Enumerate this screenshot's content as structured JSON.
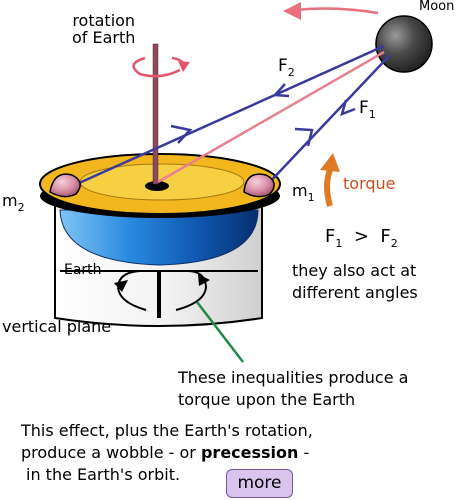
{
  "labels": {
    "rotation_line1": "rotation",
    "rotation_line2": "of Earth",
    "moon": "Moon",
    "f2_base": "F",
    "f2_sub": "2",
    "f1_base": "F",
    "f1_sub": "1",
    "m2_base": "m",
    "m2_sub": "2",
    "m1_base": "m",
    "m1_sub": "1",
    "torque": "torque",
    "inequality_left_base": "F",
    "inequality_left_sub": "1",
    "inequality_symbol": ">",
    "inequality_right_base": "F",
    "inequality_right_sub": "2",
    "angles_line1": "they also act at",
    "angles_line2": "different angles",
    "earth": "Earth",
    "vertical_plane": "vertical plane",
    "produce_line1": "These inequalities produce a",
    "produce_line2": "torque upon the Earth",
    "effect_line1": "This effect, plus the Earth's rotation,",
    "effect_line2_pre": "produce a wobble - or ",
    "effect_line2_bold": "precession",
    "effect_line2_post": " -",
    "effect_line3": "in the Earth's orbit."
  },
  "buttons": {
    "more": "more"
  },
  "colors": {
    "disk_top": "#f2b61e",
    "disk_inner": "#f7cf42",
    "force_lines": "#3a3a9e",
    "center_line": "#e8808e",
    "moon_arrow": "#e8707e",
    "torque_arrow": "#e07a24",
    "earth_blue": "#1f7fd6",
    "pointer_line": "#1f8a4a",
    "moon_body": "#3a3a3a",
    "button_bg": "#d8c4ec"
  },
  "icons": {
    "rotation": "curved-rotation-arrow-icon",
    "moon_motion": "moon-orbit-arrow-icon",
    "torque": "torque-arrow-icon",
    "vertical_plane": "vertical-rotation-arrow-icon"
  }
}
